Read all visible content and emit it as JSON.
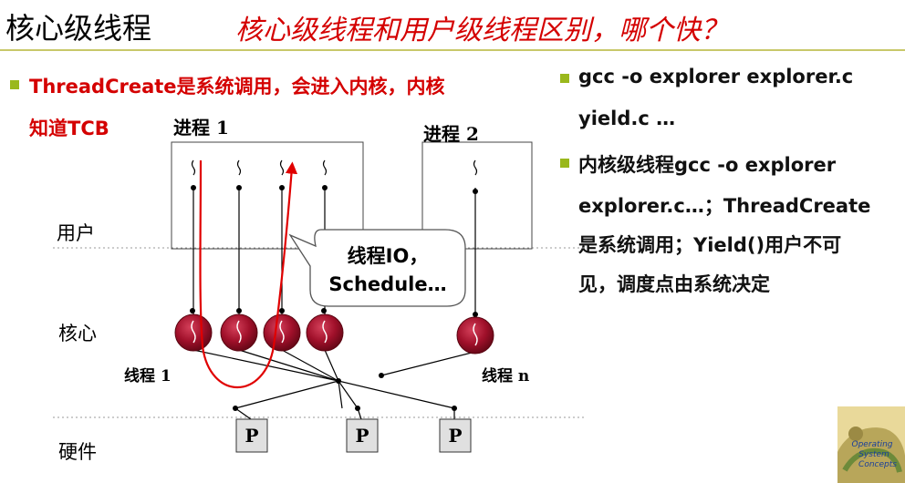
{
  "title": {
    "main": "核心级线程",
    "question": "核心级线程和用户级线程区别，哪个快？"
  },
  "left_bullet": {
    "line1": "ThreadCreate是系统调用，会进入内核，内核",
    "line2": "知道TCB"
  },
  "right_bullets": [
    {
      "lines": [
        "gcc -o explorer explorer.c",
        "yield.c …"
      ]
    },
    {
      "lines": [
        "内核级线程gcc -o explorer",
        "explorer.c…；ThreadCreate",
        "是系统调用；Yield()用户不可",
        "见，调度点由系统决定"
      ]
    }
  ],
  "diagram": {
    "process1_label": "进程 1",
    "process2_label": "进程 2",
    "user_label": "用户",
    "kernel_label": "核心",
    "hardware_label": "硬件",
    "thread1_label": "线程 1",
    "threadn_label": "线程 n",
    "callout": [
      "线程IO，",
      "Schedule…"
    ],
    "processors": [
      "P",
      "P",
      "P"
    ]
  },
  "book_cover": {
    "lines": [
      "Operating",
      "System",
      "Concepts"
    ]
  },
  "colors": {
    "title_red": "#d40000",
    "bullet_green": "#9ab81c",
    "kernel_thread_fill": "#a0102a",
    "arrow_red": "#e00000",
    "processor_fill": "#e0e0e0"
  }
}
